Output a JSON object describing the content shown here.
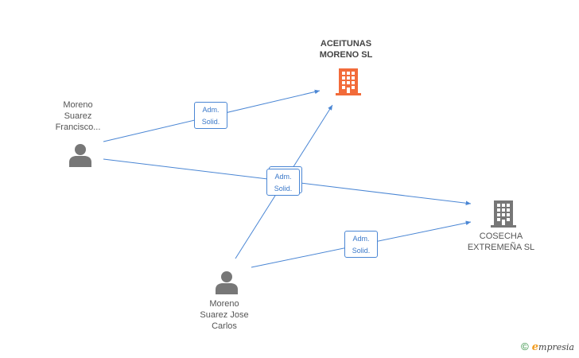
{
  "nodes": {
    "company_main": {
      "label": "ACEITUNAS\nMORENO SL",
      "color": "#f26b3a"
    },
    "company_other": {
      "label": "COSECHA\nEXTREMEÑA SL",
      "color": "#777777"
    },
    "person_francisco": {
      "label": "Moreno\nSuarez\nFrancisco..."
    },
    "person_jose": {
      "label": "Moreno\nSuarez Jose\nCarlos"
    }
  },
  "edges": [
    {
      "from": "person_francisco",
      "to": "company_main",
      "role_line1": "Adm.",
      "role_line2": "Solid."
    },
    {
      "from": "person_francisco",
      "to": "company_other",
      "role_line1": "Adm.",
      "role_line2": "Solid."
    },
    {
      "from": "person_jose",
      "to": "company_main",
      "role_line1": "Adm.",
      "role_line2": "Solid."
    },
    {
      "from": "person_jose",
      "to": "company_other",
      "role_line1": "Adm.",
      "role_line2": "Solid."
    }
  ],
  "colors": {
    "edge": "#4a86d4",
    "person": "#777777"
  },
  "footer": {
    "copyright": "©",
    "brand_initial": "e",
    "brand_rest": "mpresia"
  }
}
